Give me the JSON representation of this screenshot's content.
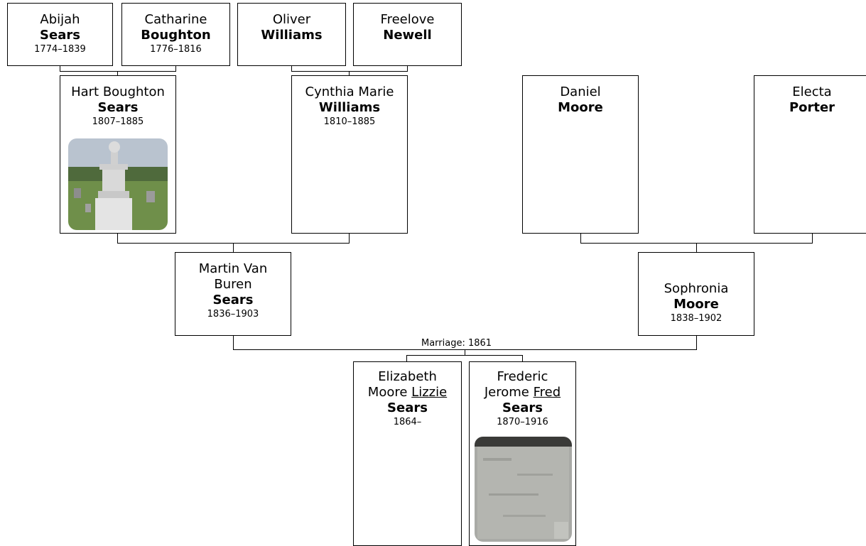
{
  "people": {
    "abijah": {
      "given": "Abijah",
      "surname": "Sears",
      "dates": "1774–1839"
    },
    "catharine": {
      "given": "Catharine",
      "surname": "Boughton",
      "dates": "1776–1816"
    },
    "oliver": {
      "given": "Oliver",
      "surname": "Williams",
      "dates": ""
    },
    "freelove": {
      "given": "Freelove",
      "surname": "Newell",
      "dates": ""
    },
    "hart": {
      "given": "Hart Boughton",
      "surname": "Sears",
      "dates": "1807–1885"
    },
    "cynthia": {
      "given": "Cynthia Marie",
      "surname": "Williams",
      "dates": "1810–1885"
    },
    "daniel": {
      "given": "Daniel",
      "surname": "Moore",
      "dates": ""
    },
    "electa": {
      "given": "Electa",
      "surname": "Porter",
      "dates": ""
    },
    "martin": {
      "given_line1": "Martin Van",
      "given_line2": "Buren",
      "surname": "Sears",
      "dates": "1836–1903"
    },
    "sophronia": {
      "given": "Sophronia",
      "surname": "Moore",
      "dates": "1838–1902"
    },
    "elizabeth": {
      "given_line1": "Elizabeth",
      "given_line2": "Moore",
      "nickname": "Lizzie",
      "surname": "Sears",
      "dates": "1864–"
    },
    "frederic": {
      "given_line1": "Frederic",
      "given_line2": "Jerome",
      "nickname": "Fred",
      "surname": "Sears",
      "dates": "1870–1916"
    }
  },
  "marriage_label": "Marriage: 1861"
}
